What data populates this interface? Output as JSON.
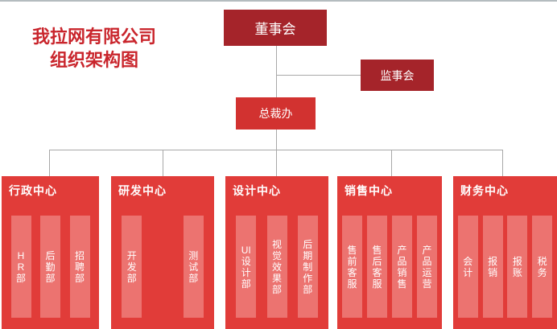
{
  "title": {
    "line1": "我拉网有限公司",
    "line2": "组织架构图"
  },
  "colors": {
    "title_text": "#c9252c",
    "box_dark_red": "#a5242a",
    "box_bright_red": "#d23230",
    "column_red": "#e13c39",
    "team_bar": "#ec7370",
    "connector": "#a8a8a8",
    "top_strip": "#b4bcbf",
    "box_text": "#ffffff"
  },
  "nodes": {
    "board": "董事会",
    "supervisory": "监事会",
    "president_office": "总裁办"
  },
  "departments": [
    {
      "name": "行政中心",
      "teams": [
        "H\nR\n部",
        "后\n勤\n部",
        "招\n聘\n部"
      ]
    },
    {
      "name": "研发中心",
      "teams": [
        "开\n发\n部",
        "测\n试\n部"
      ]
    },
    {
      "name": "设计中心",
      "teams": [
        "UI\n设\n计\n部",
        "视\n觉\n效\n果\n部",
        "后\n期\n制\n作\n部"
      ]
    },
    {
      "name": "销售中心",
      "teams": [
        "售\n前\n客\n服",
        "售\n后\n客\n服",
        "产\n品\n销\n售",
        "产\n品\n运\n营"
      ]
    },
    {
      "name": "财务中心",
      "teams": [
        "会\n计",
        "报\n销",
        "报\n账",
        "税\n务"
      ]
    }
  ]
}
